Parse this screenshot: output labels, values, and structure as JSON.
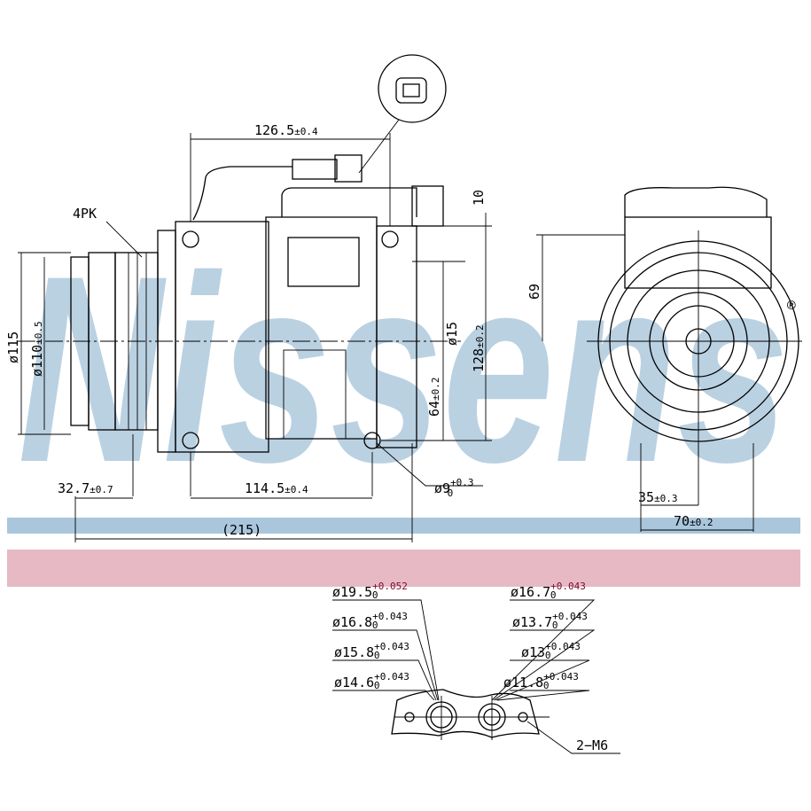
{
  "watermark": {
    "brand": "Nissens",
    "registered": "®"
  },
  "colors": {
    "watermark_blue": "#a9c6dc",
    "band_pink": "#e6b9c4"
  },
  "dimensions": {
    "top_width": {
      "value": "126.5",
      "tol": "±0.4"
    },
    "belt": "4PK",
    "pulley_outer": "ø115",
    "pulley_inner": {
      "value": "ø110",
      "tol": "±0.5"
    },
    "port_offset": "10",
    "height": {
      "value": "128",
      "tol": "±0.2"
    },
    "hole_dia": "ø15",
    "hole_height": {
      "value": "64",
      "tol": "±0.2"
    },
    "mount_hole": {
      "value": "ø9",
      "tol_plus": "+0.3",
      "tol_minus": "0"
    },
    "clutch_offset": {
      "value": "32.7",
      "tol": "±0.7"
    },
    "mount_spacing": {
      "value": "114.5",
      "tol": "±0.4"
    },
    "overall_length": "(215)",
    "side_height": "69",
    "side_half": {
      "value": "35",
      "tol": "±0.3"
    },
    "side_width": {
      "value": "70",
      "tol": "±0.2"
    }
  },
  "port_specs": {
    "left": [
      {
        "value": "ø19.5",
        "plus": "+0.052",
        "minus": "0"
      },
      {
        "value": "ø16.8",
        "plus": "+0.043",
        "minus": "0"
      },
      {
        "value": "ø15.8",
        "plus": "+0.043",
        "minus": "0"
      },
      {
        "value": "ø14.6",
        "plus": "+0.043",
        "minus": "0"
      }
    ],
    "right": [
      {
        "value": "ø16.7",
        "plus": "+0.043",
        "minus": "0"
      },
      {
        "value": "ø13.7",
        "plus": "+0.043",
        "minus": "0"
      },
      {
        "value": "ø13",
        "plus": "+0.043",
        "minus": "0"
      },
      {
        "value": "ø11.8",
        "plus": "+0.043",
        "minus": "0"
      }
    ],
    "thread": "2−M6"
  }
}
